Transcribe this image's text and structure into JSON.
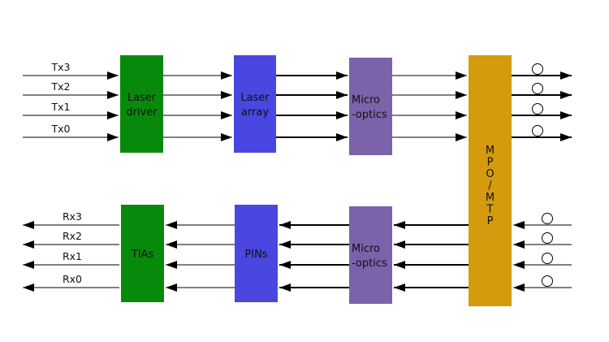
{
  "title": "Parallel optical transceiver block diagram",
  "tx": {
    "inputs": [
      "Tx3",
      "Tx2",
      "Tx1",
      "Tx0"
    ],
    "blocks": [
      {
        "id": "laser-driver",
        "lines": [
          "Laser",
          "driver"
        ],
        "color": "#078a0b"
      },
      {
        "id": "laser-array",
        "lines": [
          "Laser",
          "array"
        ],
        "color": "#4a46e0"
      },
      {
        "id": "tx-micro-optics",
        "lines": [
          "Micro",
          "-optics"
        ],
        "color": "#7b62ab"
      }
    ]
  },
  "rx": {
    "outputs": [
      "Rx3",
      "Rx2",
      "Rx1",
      "Rx0"
    ],
    "blocks": [
      {
        "id": "tias",
        "lines": [
          "TIAs"
        ],
        "color": "#078a0b"
      },
      {
        "id": "pins",
        "lines": [
          "PINs"
        ],
        "color": "#4a46e0"
      },
      {
        "id": "rx-micro-optics",
        "lines": [
          "Micro",
          "-optics"
        ],
        "color": "#7b62ab"
      }
    ]
  },
  "connector": {
    "label_chars": [
      "M",
      "P",
      "O",
      "/",
      "M",
      "T",
      "P"
    ],
    "color": "#d49b0e"
  },
  "fiber_marker": "circle"
}
